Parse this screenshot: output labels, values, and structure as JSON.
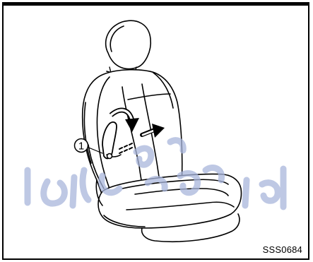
{
  "diagram": {
    "figure_code": "SSS0684",
    "callout_label": "1",
    "subject": "seatback-recline-lever",
    "colors": {
      "line": "#000000",
      "watermark": "#a9b6dc",
      "background": "#ffffff"
    },
    "icons": [
      "recline-lever-icon",
      "lever-pull-arrow-icon",
      "seatback-motion-arrow-icon"
    ]
  }
}
